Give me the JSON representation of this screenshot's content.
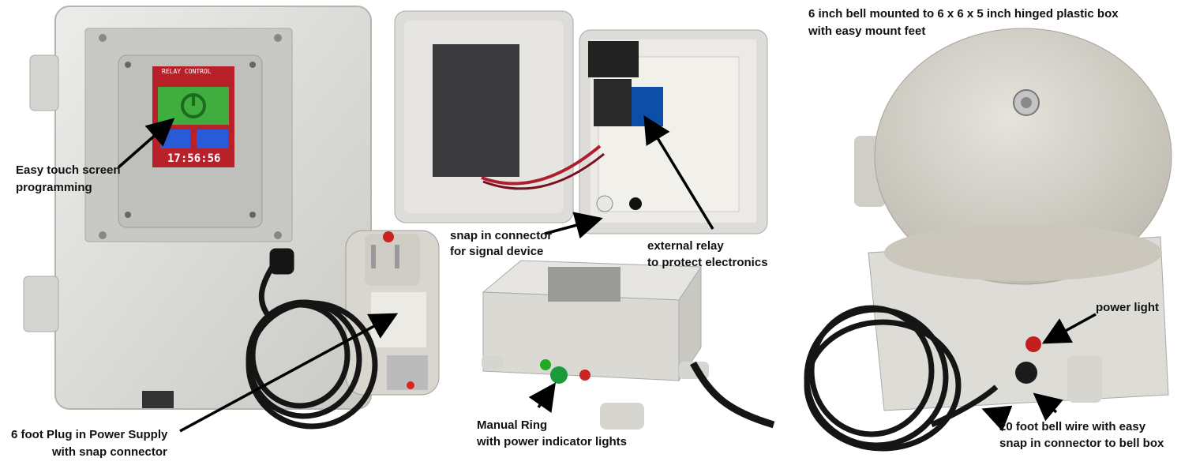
{
  "screen": {
    "title": "RELAY CONTROL",
    "clock": "17:56:56"
  },
  "labels": {
    "touch_screen": [
      "Easy touch screen",
      "programming"
    ],
    "power_supply": [
      "6 foot  Plug in Power Supply",
      "with snap connector"
    ],
    "snap_connector": [
      "snap in connector",
      "for signal device"
    ],
    "external_relay": [
      "external relay",
      "to protect electronics"
    ],
    "manual_ring": [
      "Manual Ring",
      "with power indicator lights"
    ],
    "bell_mount": [
      "6 inch bell mounted to 6 x 6 x 5  inch hinged plastic box",
      "with easy mount feet"
    ],
    "power_light": "power light",
    "bell_wire": [
      "20 foot bell wire with easy",
      "snap in connector to bell box"
    ]
  },
  "colors": {
    "box_grey": "#dcdcd8",
    "screen_red": "#c8262c",
    "screen_green": "#3fae3f",
    "screen_blue": "#2a5bd6",
    "cable": "#151515",
    "arrow": "#000000"
  }
}
